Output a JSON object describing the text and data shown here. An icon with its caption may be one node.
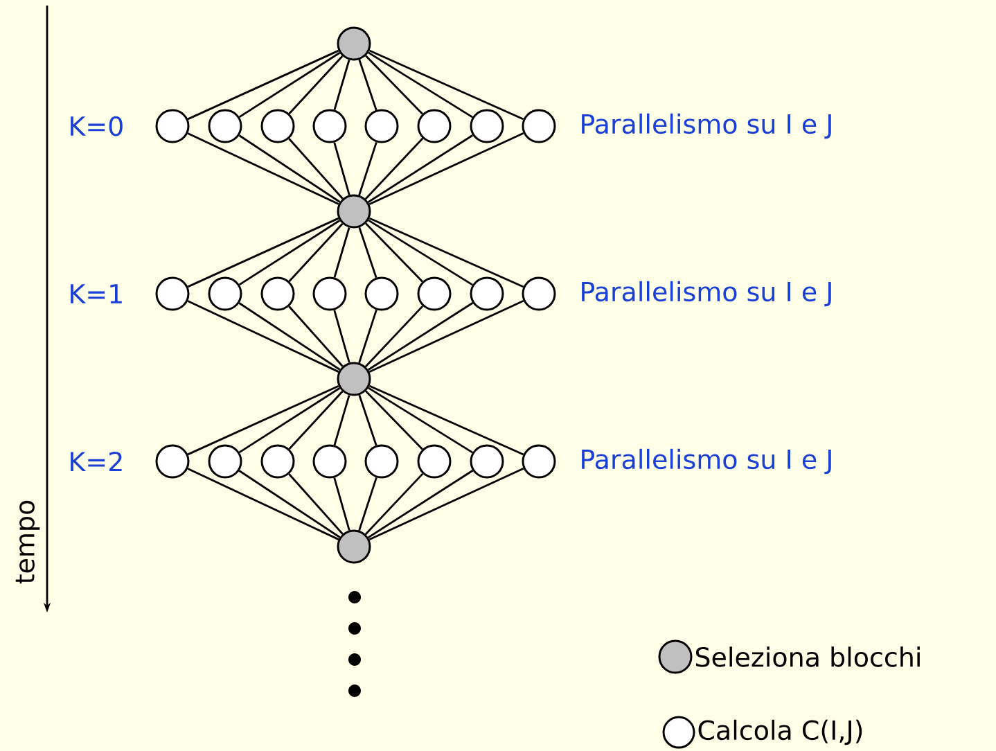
{
  "diagram": {
    "nodes": [
      {
        "text": [],
        "shape": "circle"
      },
      {
        "text": [],
        "shape": "circle"
      },
      {
        "text": [],
        "shape": "circle"
      },
      {
        "text": [],
        "shape": "circle"
      },
      {
        "text": [],
        "shape": "circle"
      },
      {
        "text": [],
        "shape": "circle"
      },
      {
        "text": [],
        "shape": "circle"
      },
      {
        "text": [],
        "shape": "circle"
      },
      {
        "text": [],
        "shape": "circle"
      },
      {
        "text": [],
        "shape": "circle"
      },
      {
        "text": [],
        "shape": "circle"
      },
      {
        "text": [],
        "shape": "circle"
      },
      {
        "text": [],
        "shape": "circle"
      },
      {
        "text": [],
        "shape": "circle"
      },
      {
        "text": [],
        "shape": "circle"
      },
      {
        "text": [],
        "shape": "circle"
      },
      {
        "text": [],
        "shape": "circle"
      },
      {
        "text": [],
        "shape": "circle"
      },
      {
        "text": [],
        "shape": "circle"
      },
      {
        "text": [],
        "shape": "circle"
      },
      {
        "text": [],
        "shape": "circle"
      },
      {
        "text": [],
        "shape": "circle"
      },
      {
        "text": [],
        "shape": "circle"
      },
      {
        "text": [],
        "shape": "circle"
      },
      {
        "text": [],
        "shape": "circle"
      },
      {
        "text": [],
        "shape": "circle"
      },
      {
        "text": [],
        "shape": "circle"
      },
      {
        "text": [],
        "shape": "circle"
      }
    ],
    "edges": [
      {
        "from": 0,
        "to": 1,
        "arrow": "none"
      },
      {
        "from": 0,
        "to": 2,
        "arrow": "none"
      },
      {
        "from": 0,
        "to": 3,
        "arrow": "none"
      },
      {
        "from": 0,
        "to": 4,
        "arrow": "none"
      },
      {
        "from": 0,
        "to": 5,
        "arrow": "none"
      },
      {
        "from": 0,
        "to": 6,
        "arrow": "none"
      },
      {
        "from": 0,
        "to": 7,
        "arrow": "none"
      },
      {
        "from": 0,
        "to": 8,
        "arrow": "none"
      },
      {
        "from": 1,
        "to": 9,
        "arrow": "none"
      },
      {
        "from": 2,
        "to": 9,
        "arrow": "none"
      },
      {
        "from": 3,
        "to": 9,
        "arrow": "none"
      },
      {
        "from": 4,
        "to": 9,
        "arrow": "none"
      },
      {
        "from": 5,
        "to": 9,
        "arrow": "none"
      },
      {
        "from": 6,
        "to": 9,
        "arrow": "none"
      },
      {
        "from": 7,
        "to": 9,
        "arrow": "none"
      },
      {
        "from": 8,
        "to": 9,
        "arrow": "none"
      },
      {
        "from": 9,
        "to": 10,
        "arrow": "none"
      },
      {
        "from": 9,
        "to": 11,
        "arrow": "none"
      },
      {
        "from": 9,
        "to": 12,
        "arrow": "none"
      },
      {
        "from": 9,
        "to": 13,
        "arrow": "none"
      },
      {
        "from": 9,
        "to": 14,
        "arrow": "none"
      },
      {
        "from": 9,
        "to": 15,
        "arrow": "none"
      },
      {
        "from": 9,
        "to": 16,
        "arrow": "none"
      },
      {
        "from": 9,
        "to": 17,
        "arrow": "none"
      },
      {
        "from": 10,
        "to": 18,
        "arrow": "none"
      },
      {
        "from": 11,
        "to": 18,
        "arrow": "none"
      },
      {
        "from": 12,
        "to": 18,
        "arrow": "none"
      },
      {
        "from": 13,
        "to": 18,
        "arrow": "none"
      },
      {
        "from": 14,
        "to": 18,
        "arrow": "none"
      },
      {
        "from": 15,
        "to": 18,
        "arrow": "none"
      },
      {
        "from": 16,
        "to": 18,
        "arrow": "none"
      },
      {
        "from": 17,
        "to": 18,
        "arrow": "none"
      },
      {
        "from": 18,
        "to": 19,
        "arrow": "none"
      },
      {
        "from": 18,
        "to": 20,
        "arrow": "none"
      },
      {
        "from": 18,
        "to": 21,
        "arrow": "none"
      },
      {
        "from": 18,
        "to": 22,
        "arrow": "none"
      },
      {
        "from": 18,
        "to": 23,
        "arrow": "none"
      },
      {
        "from": 18,
        "to": 24,
        "arrow": "none"
      },
      {
        "from": 18,
        "to": 25,
        "arrow": "none"
      },
      {
        "from": 18,
        "to": 26,
        "arrow": "none"
      },
      {
        "from": 19,
        "to": 27,
        "arrow": "none"
      },
      {
        "from": 20,
        "to": 27,
        "arrow": "none"
      },
      {
        "from": 21,
        "to": 27,
        "arrow": "none"
      },
      {
        "from": 22,
        "to": 27,
        "arrow": "none"
      },
      {
        "from": 23,
        "to": 27,
        "arrow": "none"
      },
      {
        "from": 24,
        "to": 27,
        "arrow": "none"
      },
      {
        "from": 25,
        "to": 27,
        "arrow": "none"
      },
      {
        "from": 26,
        "to": 27,
        "arrow": "none"
      }
    ],
    "labels": [
      "K=0",
      "Parallelismo su I e J",
      "K=1",
      "Parallelismo su I e J",
      "K=2",
      "Parallelismo su I e J",
      "tempo"
    ],
    "legend": [
      {
        "text": "Seleziona blocchi",
        "color": "#c0c0c0"
      },
      {
        "text": "Calcola C(I,J)",
        "color": "#ffffff"
      }
    ]
  }
}
